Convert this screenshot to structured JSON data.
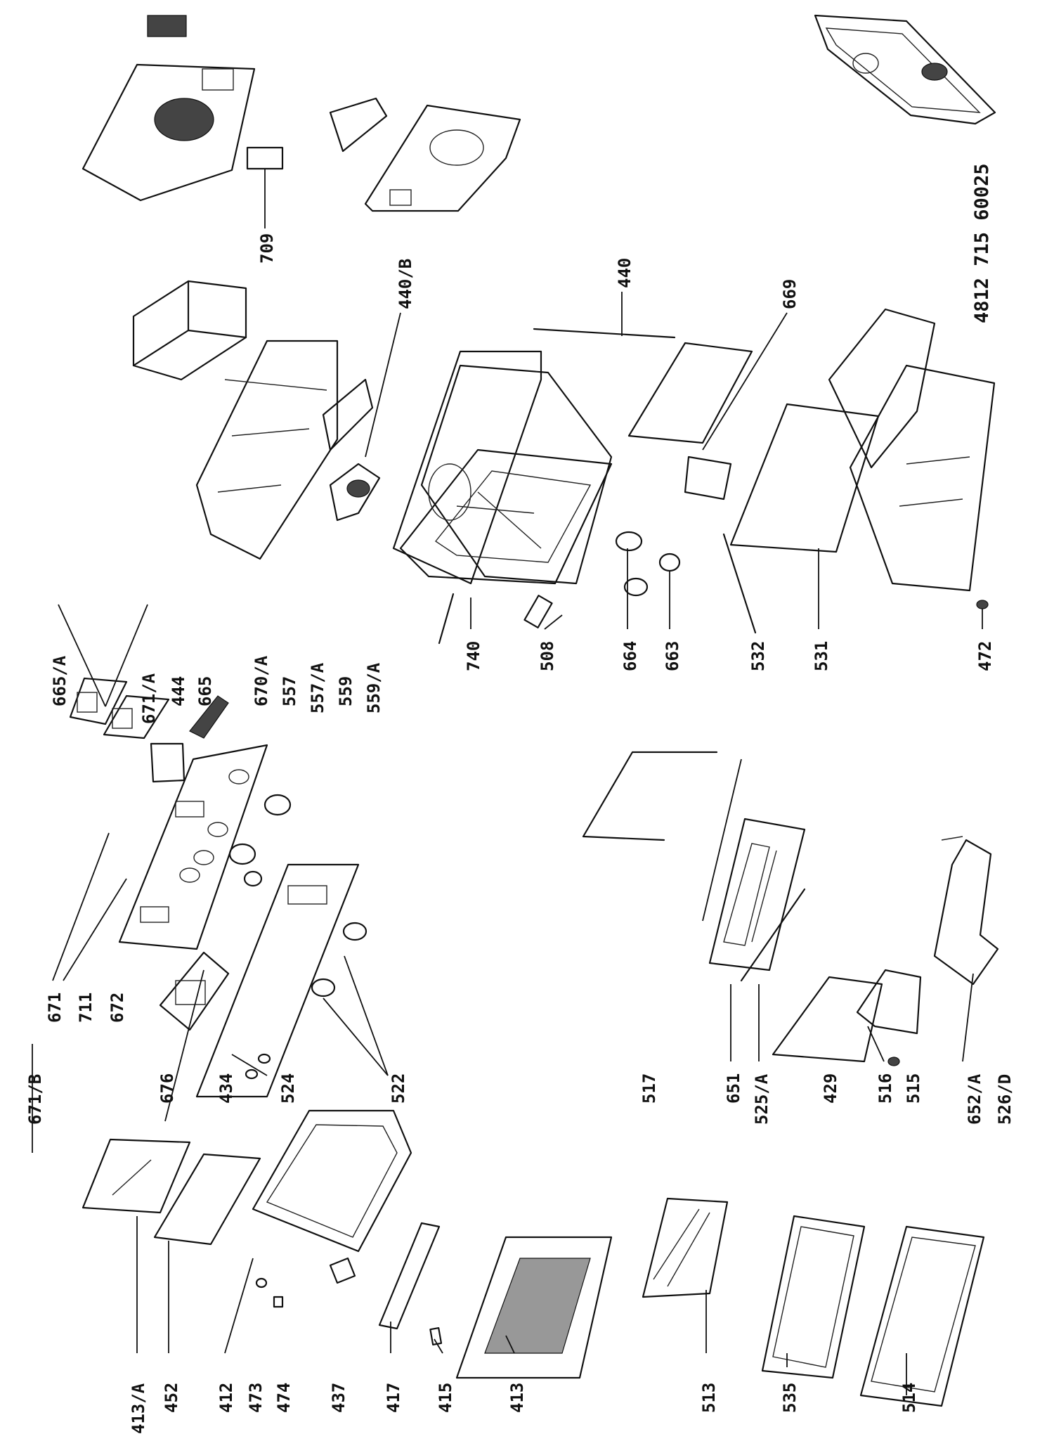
{
  "document_code": "4812 715 60025",
  "labels": {
    "p709": "709",
    "p440b": "440/B",
    "p440": "440",
    "p669": "669",
    "p665a": "665/A",
    "p671a": "671/A",
    "p444": "444",
    "p665": "665",
    "p670a": "670/A",
    "p557": "557",
    "p557a": "557/A",
    "p559": "559",
    "p559a": "559/A",
    "p740": "740",
    "p508": "508",
    "p664": "664",
    "p663": "663",
    "p532": "532",
    "p531": "531",
    "p472": "472",
    "p671b": "671/B",
    "p671": "671",
    "p711": "711",
    "p672": "672",
    "p676": "676",
    "p434": "434",
    "p524": "524",
    "p522": "522",
    "p517": "517",
    "p651": "651",
    "p525a": "525/A",
    "p429": "429",
    "p516": "516",
    "p515": "515",
    "p652a": "652/A",
    "p526d": "526/D",
    "p413a": "413/A",
    "p452": "452",
    "p412": "412",
    "p473": "473",
    "p474": "474",
    "p437": "437",
    "p417": "417",
    "p415": "415",
    "p413": "413",
    "p513": "513",
    "p535": "535",
    "p514": "514"
  }
}
